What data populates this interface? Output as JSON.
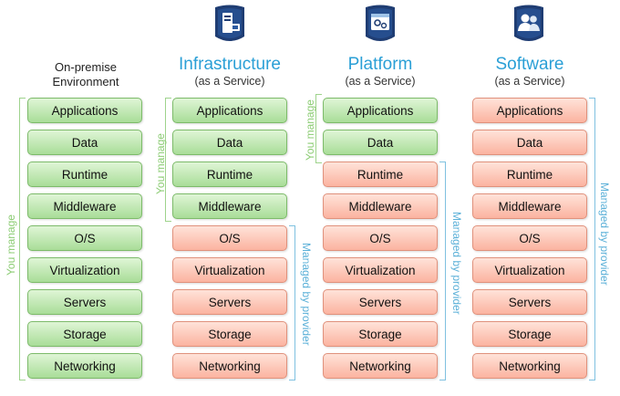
{
  "columns": [
    {
      "title": "On-premise",
      "subtitle": "Environment"
    },
    {
      "title": "Infrastructure",
      "subtitle": "(as a Service)"
    },
    {
      "title": "Platform",
      "subtitle": "(as a Service)"
    },
    {
      "title": "Software",
      "subtitle": "(as a Service)"
    }
  ],
  "layers": [
    "Applications",
    "Data",
    "Runtime",
    "Middleware",
    "O/S",
    "Virtualization",
    "Servers",
    "Storage",
    "Networking"
  ],
  "labels": {
    "you_manage": "You manage",
    "managed_by_provider": "Managed by provider"
  },
  "colors": {
    "you_manage": "#a9dd98",
    "provider": "#fbb3a0",
    "accent": "#2a9fd6",
    "icon_dark": "#1f3d73"
  },
  "icons": [
    "server-icon",
    "gear-window-icon",
    "users-icon"
  ]
}
